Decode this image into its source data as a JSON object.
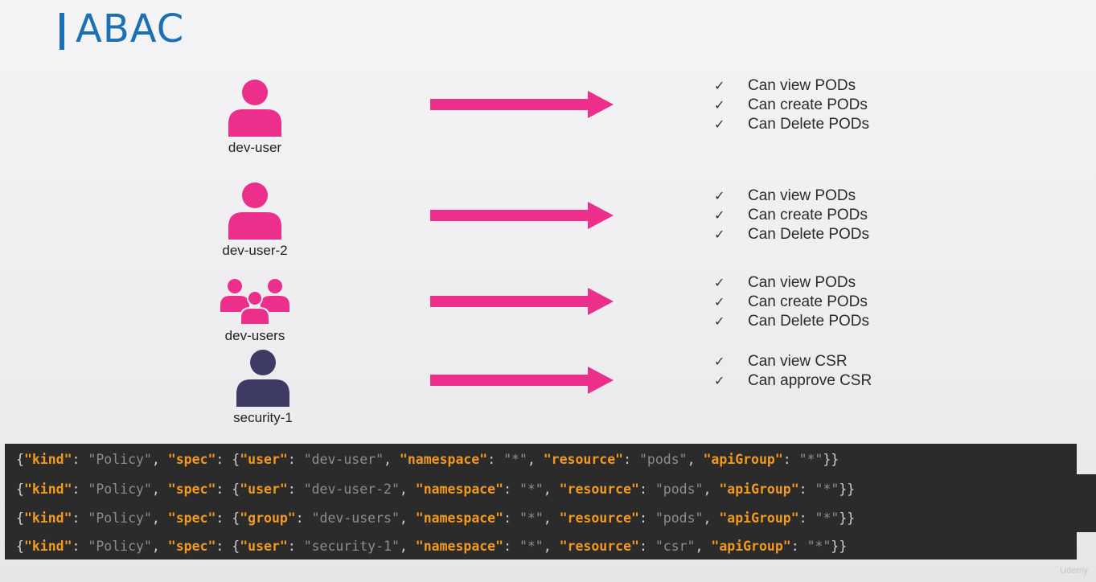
{
  "title": "ABAC",
  "colors": {
    "accent": "#1a6fb5",
    "arrow": "#ec2f8b",
    "user_pink": "#ec2f8b",
    "user_security": "#3d3b63"
  },
  "users": [
    {
      "label": "dev-user",
      "icon": "user-icon"
    },
    {
      "label": "dev-user-2",
      "icon": "user-icon"
    },
    {
      "label": "dev-users",
      "icon": "group-icon"
    },
    {
      "label": "security-1",
      "icon": "user-icon"
    }
  ],
  "permissions": [
    [
      "Can view PODs",
      "Can create PODs",
      "Can Delete PODs"
    ],
    [
      "Can view PODs",
      "Can create PODs",
      "Can Delete PODs"
    ],
    [
      "Can view PODs",
      "Can create PODs",
      "Can Delete PODs"
    ],
    [
      "Can view CSR",
      "Can approve CSR"
    ]
  ],
  "policies": [
    [
      {
        "t": "p",
        "s": "{"
      },
      {
        "t": "k",
        "s": "\"kind\""
      },
      {
        "t": "p",
        "s": ": "
      },
      {
        "t": "v",
        "s": "\"Policy\""
      },
      {
        "t": "p",
        "s": ", "
      },
      {
        "t": "k",
        "s": "\"spec\""
      },
      {
        "t": "p",
        "s": ": {"
      },
      {
        "t": "k",
        "s": "\"user\""
      },
      {
        "t": "p",
        "s": ": "
      },
      {
        "t": "v",
        "s": "\"dev-user\""
      },
      {
        "t": "p",
        "s": ", "
      },
      {
        "t": "k",
        "s": "\"namespace\""
      },
      {
        "t": "p",
        "s": ": "
      },
      {
        "t": "v",
        "s": "\"*\""
      },
      {
        "t": "p",
        "s": ", "
      },
      {
        "t": "k",
        "s": "\"resource\""
      },
      {
        "t": "p",
        "s": ": "
      },
      {
        "t": "v",
        "s": "\"pods\""
      },
      {
        "t": "p",
        "s": ", "
      },
      {
        "t": "k",
        "s": "\"apiGroup\""
      },
      {
        "t": "p",
        "s": ": "
      },
      {
        "t": "v",
        "s": "\"*\""
      },
      {
        "t": "p",
        "s": "}}"
      }
    ],
    [
      {
        "t": "p",
        "s": "{"
      },
      {
        "t": "k",
        "s": "\"kind\""
      },
      {
        "t": "p",
        "s": ": "
      },
      {
        "t": "v",
        "s": "\"Policy\""
      },
      {
        "t": "p",
        "s": ", "
      },
      {
        "t": "k",
        "s": "\"spec\""
      },
      {
        "t": "p",
        "s": ": {"
      },
      {
        "t": "k",
        "s": "\"user\""
      },
      {
        "t": "p",
        "s": ": "
      },
      {
        "t": "v",
        "s": "\"dev-user-2\""
      },
      {
        "t": "p",
        "s": ", "
      },
      {
        "t": "k",
        "s": "\"namespace\""
      },
      {
        "t": "p",
        "s": ": "
      },
      {
        "t": "v",
        "s": "\"*\""
      },
      {
        "t": "p",
        "s": ", "
      },
      {
        "t": "k",
        "s": "\"resource\""
      },
      {
        "t": "p",
        "s": ": "
      },
      {
        "t": "v",
        "s": "\"pods\""
      },
      {
        "t": "p",
        "s": ", "
      },
      {
        "t": "k",
        "s": "\"apiGroup\""
      },
      {
        "t": "p",
        "s": ": "
      },
      {
        "t": "v",
        "s": "\"*\""
      },
      {
        "t": "p",
        "s": "}}"
      }
    ],
    [
      {
        "t": "p",
        "s": "{"
      },
      {
        "t": "k",
        "s": "\"kind\""
      },
      {
        "t": "p",
        "s": ": "
      },
      {
        "t": "v",
        "s": "\"Policy\""
      },
      {
        "t": "p",
        "s": ", "
      },
      {
        "t": "k",
        "s": "\"spec\""
      },
      {
        "t": "p",
        "s": ": {"
      },
      {
        "t": "k",
        "s": "\"group\""
      },
      {
        "t": "p",
        "s": ": "
      },
      {
        "t": "v",
        "s": "\"dev-users\""
      },
      {
        "t": "p",
        "s": ", "
      },
      {
        "t": "k",
        "s": "\"namespace\""
      },
      {
        "t": "p",
        "s": ": "
      },
      {
        "t": "v",
        "s": "\"*\""
      },
      {
        "t": "p",
        "s": ", "
      },
      {
        "t": "k",
        "s": "\"resource\""
      },
      {
        "t": "p",
        "s": ": "
      },
      {
        "t": "v",
        "s": "\"pods\""
      },
      {
        "t": "p",
        "s": ", "
      },
      {
        "t": "k",
        "s": "\"apiGroup\""
      },
      {
        "t": "p",
        "s": ": "
      },
      {
        "t": "v",
        "s": "\"*\""
      },
      {
        "t": "p",
        "s": "}}"
      }
    ],
    [
      {
        "t": "p",
        "s": "{"
      },
      {
        "t": "k",
        "s": "\"kind\""
      },
      {
        "t": "p",
        "s": ": "
      },
      {
        "t": "v",
        "s": "\"Policy\""
      },
      {
        "t": "p",
        "s": ", "
      },
      {
        "t": "k",
        "s": "\"spec\""
      },
      {
        "t": "p",
        "s": ": {"
      },
      {
        "t": "k",
        "s": "\"user\""
      },
      {
        "t": "p",
        "s": ": "
      },
      {
        "t": "v",
        "s": "\"security-1\""
      },
      {
        "t": "p",
        "s": ", "
      },
      {
        "t": "k",
        "s": "\"namespace\""
      },
      {
        "t": "p",
        "s": ": "
      },
      {
        "t": "v",
        "s": "\"*\""
      },
      {
        "t": "p",
        "s": ", "
      },
      {
        "t": "k",
        "s": "\"resource\""
      },
      {
        "t": "p",
        "s": ": "
      },
      {
        "t": "v",
        "s": "\"csr\""
      },
      {
        "t": "p",
        "s": ", "
      },
      {
        "t": "k",
        "s": "\"apiGroup\""
      },
      {
        "t": "p",
        "s": ": "
      },
      {
        "t": "v",
        "s": "\"*\""
      },
      {
        "t": "p",
        "s": "}}"
      }
    ]
  ],
  "watermark": "Udemy"
}
